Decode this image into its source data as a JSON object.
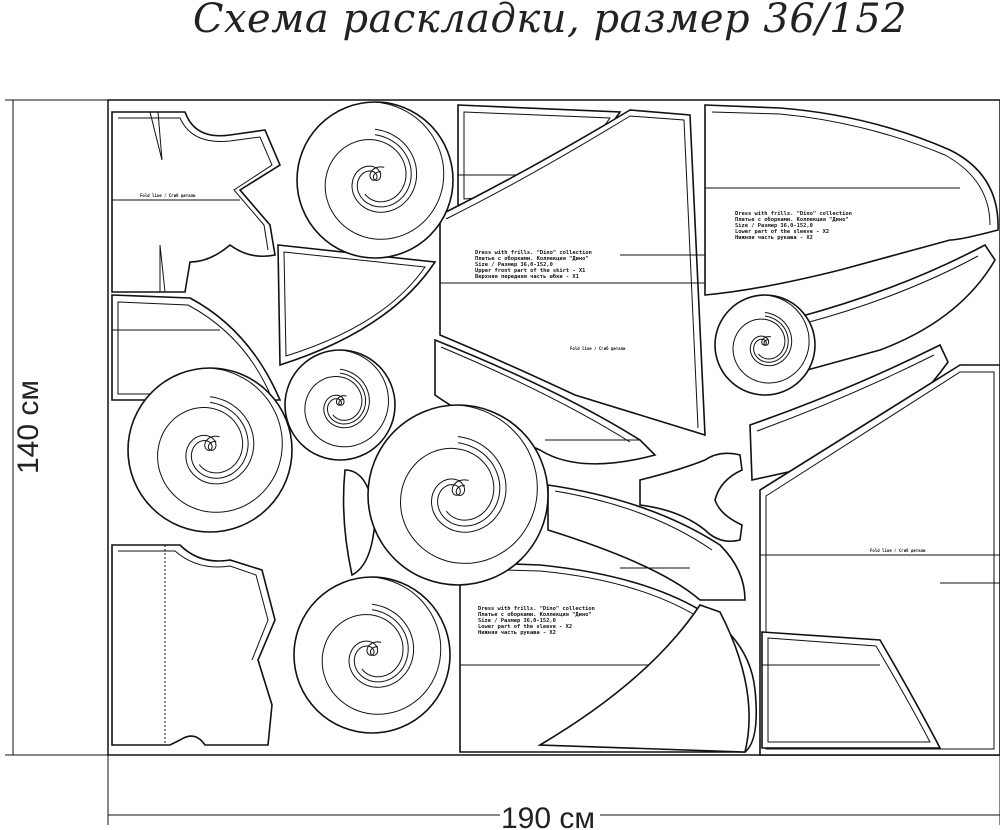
{
  "title": "Схема раскладки, размер 36/152",
  "dimensions": {
    "height": "140 см",
    "width": "190 см"
  },
  "labels": {
    "skirt": [
      "Dress with frills. \"Dino\" collection",
      "Платье с оборками. Коллекция \"Дино\"",
      "Size / Размер   36,0-152,0",
      "Upper front part of the skirt - X1",
      "Верхняя передняя часть юбки - X1"
    ],
    "sleeve": [
      "Dress with frills. \"Dino\" collection",
      "Платье с оборками. Коллекция \"Дино\"",
      "Size / Размер 36,0-152,0",
      "Lower part of the sleeve - X2",
      "Нижняя часть рукава - X2"
    ],
    "fold": "Fold line / Сгиб детали"
  }
}
